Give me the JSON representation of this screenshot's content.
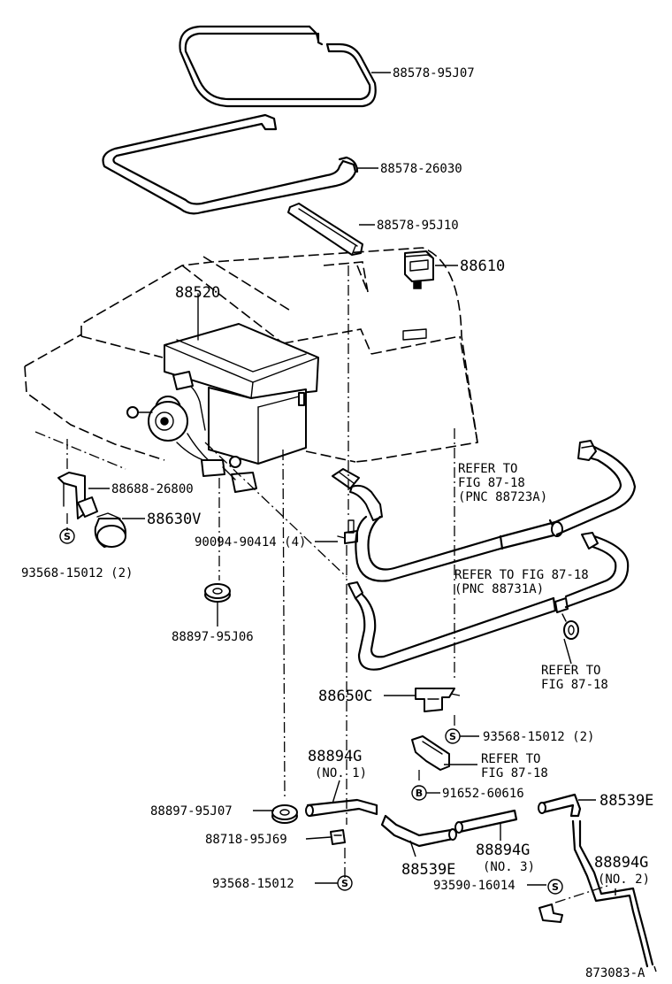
{
  "labels": {
    "p_88578_95J07": "88578-95J07",
    "p_88578_26030": "88578-26030",
    "p_88578_95J10": "88578-95J10",
    "p_88610": "88610",
    "p_88520": "88520",
    "p_88688_26800": "88688-26800",
    "p_88630V": "88630V",
    "p_93568_15012_2a": "93568-15012 (2)",
    "p_90094_90414": "90094-90414 (4)",
    "p_88897_95J06": "88897-95J06",
    "refer1_l1": "REFER TO",
    "refer1_l2": "FIG 87-18",
    "refer1_l3": "(PNC 88723A)",
    "refer2_l1": "REFER TO FIG 87-18",
    "refer2_l2": "(PNC 88731A)",
    "refer3_l1": "REFER TO",
    "refer3_l2": "FIG 87-18",
    "p_88650C": "88650C",
    "p_93568_15012_2b": "93568-15012 (2)",
    "refer4_l1": "REFER TO",
    "refer4_l2": "FIG 87-18",
    "p_91652_60616": "91652-60616",
    "p_88894G_1": "88894G",
    "p_88894G_1_no": "(NO. 1)",
    "p_88897_95J07": "88897-95J07",
    "p_88718_95J69": "88718-95J69",
    "p_93568_15012": "93568-15012",
    "p_88539E_a": "88539E",
    "p_88894G_3": "88894G",
    "p_88894G_3_no": "(NO. 3)",
    "p_93590_16014": "93590-16014",
    "p_88539E_b": "88539E",
    "p_88894G_2": "88894G",
    "p_88894G_2_no": "(NO. 2)",
    "fig_id": "873083-A"
  },
  "symbols": {
    "s": "S",
    "b": "B"
  }
}
